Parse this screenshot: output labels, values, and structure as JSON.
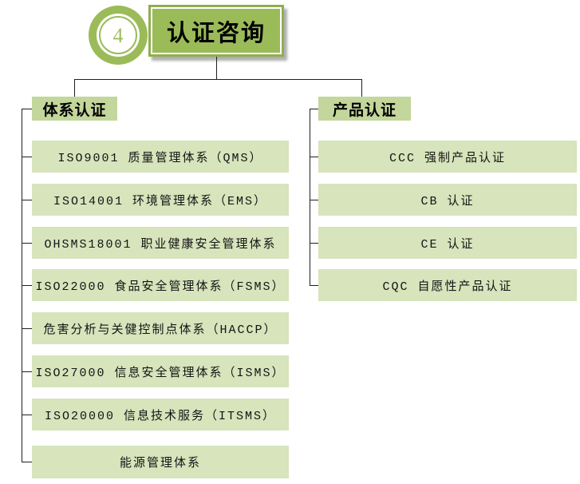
{
  "badge": {
    "number": "4"
  },
  "title": "认证咨询",
  "colors": {
    "accent_green": "#9bbb59",
    "header_fill": "#c3d69b",
    "item_fill": "#d7e4bc",
    "connector": "#1f1f1f"
  },
  "columns": [
    {
      "header": "体系认证",
      "items": [
        "ISO9001 质量管理体系（QMS）",
        "ISO14001 环境管理体系（EMS）",
        "OHSMS18001 职业健康安全管理体系",
        "ISO22000 食品安全管理体系（FSMS）",
        "危害分析与关健控制点体系（HACCP）",
        "ISO27000 信息安全管理体系（ISMS）",
        "ISO20000 信息技术服务（ITSMS）",
        "能源管理体系"
      ]
    },
    {
      "header": "产品认证",
      "items": [
        "CCC 强制产品认证",
        "CB 认证",
        "CE 认证",
        "CQC 自愿性产品认证"
      ]
    }
  ]
}
